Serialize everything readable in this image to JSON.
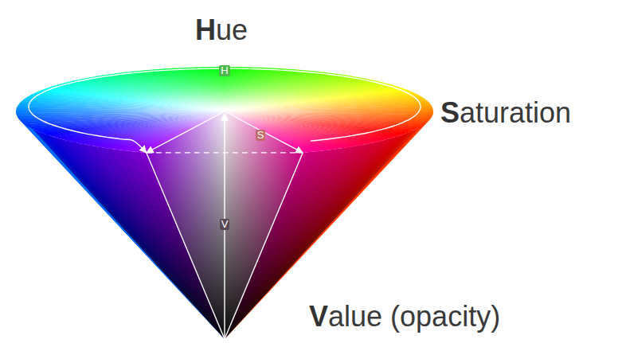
{
  "diagram": {
    "labels": [
      "Hue",
      "Saturation",
      "Value (opacity)",
      "H",
      "S",
      "V"
    ]
  }
}
